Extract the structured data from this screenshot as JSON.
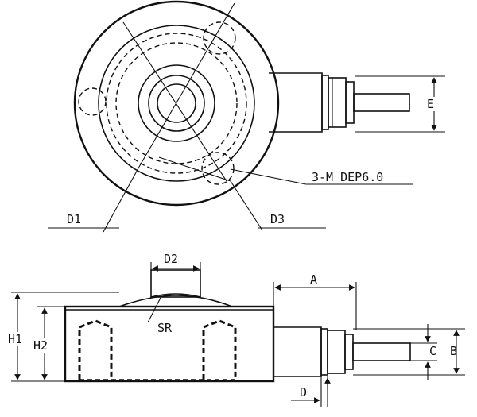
{
  "labels": {
    "d1": "D1",
    "d2": "D2",
    "d3": "D3",
    "e": "E",
    "thread_note": "3-M DEP6.0",
    "a": "A",
    "b": "B",
    "c": "C",
    "d": "D",
    "h1": "H1",
    "h2": "H2",
    "sr": "SR"
  }
}
